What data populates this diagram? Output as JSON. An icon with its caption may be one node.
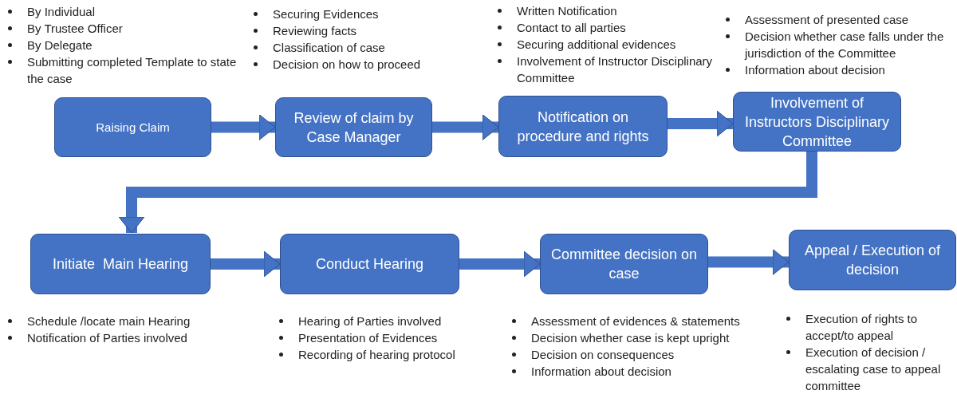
{
  "diagram": {
    "nodes": [
      {
        "text": [
          "Raising Claim"
        ],
        "beside": [
          "By Individual",
          "By Trustee Officer",
          "By Delegate",
          "Submitting completed Template to state the case"
        ]
      },
      {
        "text": [
          "Review of claim by Case Manager"
        ],
        "beside": [
          "Securing Evidences",
          "Reviewing facts",
          "Classification of case",
          "Decision on how to proceed"
        ]
      },
      {
        "text": [
          "Notification on procedure and rights"
        ],
        "beside": [
          "Written Notification",
          "Contact to all parties",
          "Securing additional evidences",
          "Involvement of Instructor Disciplinary Committee"
        ]
      },
      {
        "text": [
          "Involvement of Instructors Disciplinary Committee"
        ],
        "beside": [
          "Assessment of presented case",
          "Decision whether case falls under the jurisdiction of the Committee",
          "Information about decision"
        ]
      },
      {
        "text": [
          "Initiate  Main Hearing"
        ],
        "beside": [
          "Schedule /locate main Hearing",
          "Notification of Parties involved"
        ]
      },
      {
        "text": [
          "Conduct Hearing"
        ],
        "beside": [
          "Hearing of Parties involved",
          "Presentation of Evidences",
          "Recording of hearing protocol"
        ]
      },
      {
        "text": [
          "Committee decision on case"
        ],
        "beside": [
          "Assessment of evidences & statements",
          "Decision whether case is  kept upright",
          "Decision on consequences",
          "Information about decision"
        ]
      },
      {
        "text": [
          "Appeal / Execution of decision"
        ],
        "beside": [
          "Execution of rights to accept/to appeal",
          "Execution of decision / escalating case to  appeal committee"
        ]
      }
    ],
    "edges": [
      {
        "from": 0,
        "to": 1,
        "arrow": "to"
      },
      {
        "from": 1,
        "to": 2,
        "arrow": "to"
      },
      {
        "from": 2,
        "to": 3,
        "arrow": "to"
      },
      {
        "from": 3,
        "to": 4,
        "arrow": "to"
      },
      {
        "from": 4,
        "to": 5,
        "arrow": "to"
      },
      {
        "from": 5,
        "to": 6,
        "arrow": "to"
      },
      {
        "from": 6,
        "to": 7,
        "arrow": "to"
      }
    ]
  }
}
